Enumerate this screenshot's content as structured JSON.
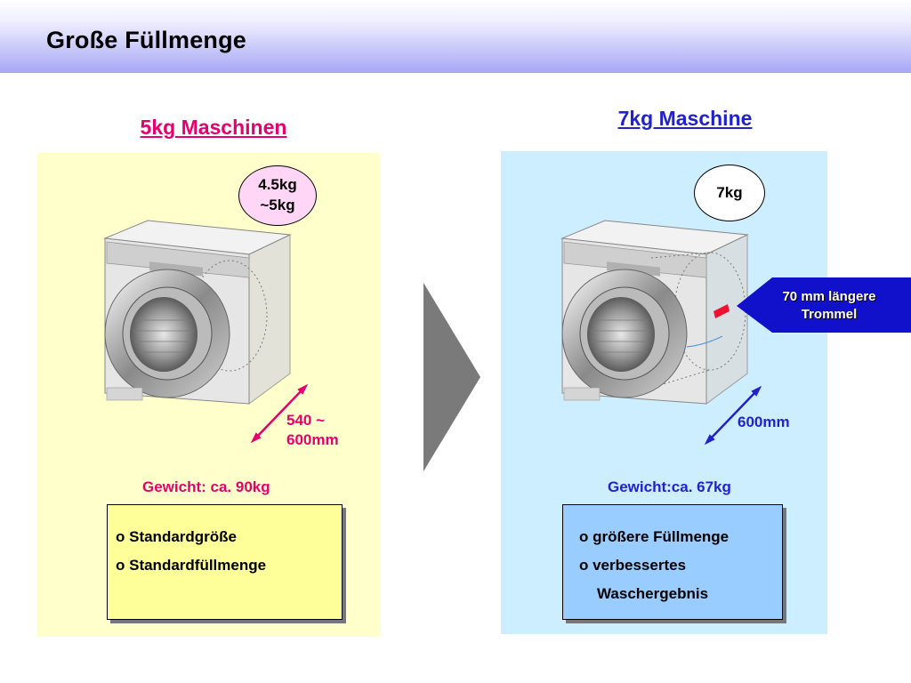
{
  "slide": {
    "title": "Große Füllmenge"
  },
  "left": {
    "title": "5kg Maschinen",
    "capacity_line1": "4.5kg",
    "capacity_line2": "~5kg",
    "dimension_line1": "540 ~",
    "dimension_line2": "600mm",
    "weight": "Gewicht: ca. 90kg",
    "features": [
      "o Standardgröße",
      "o Standardfüllmenge"
    ]
  },
  "right": {
    "title": "7kg Maschine",
    "capacity": "7kg",
    "callout_line1": "70 mm längere",
    "callout_line2": "Trommel",
    "dimension": "600mm",
    "weight": "Gewicht:ca. 67kg",
    "features": [
      "o größere Füllmenge",
      "o verbessertes",
      "Waschergebnis"
    ]
  },
  "colors": {
    "left_panel": "#ffffcc",
    "right_panel": "#cceeff",
    "left_accent": "#e6006e",
    "right_accent": "#2222cc",
    "left_box": "#ffff99",
    "right_box": "#99ccff",
    "arrow_gray": "#7a7a7a"
  }
}
